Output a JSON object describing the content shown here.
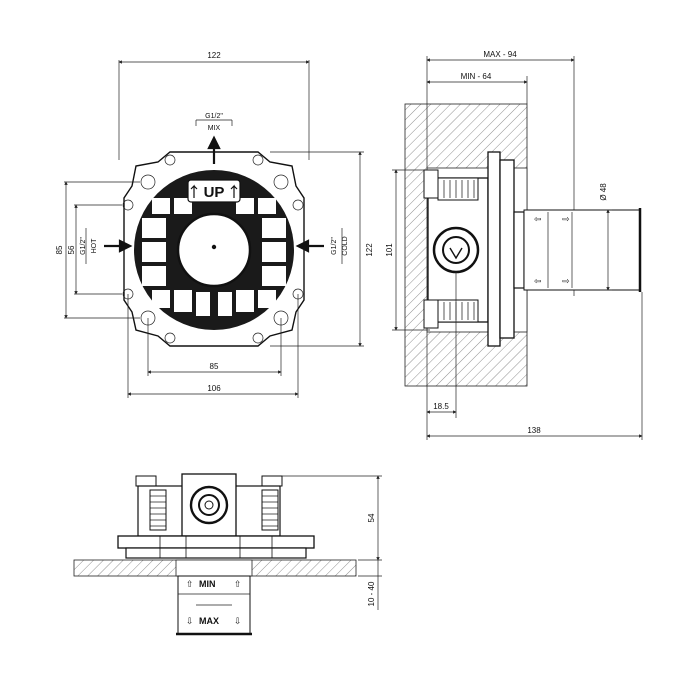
{
  "front_view": {
    "dim_top_width": "122",
    "dim_right_height": "122",
    "dim_left_outer": "85",
    "dim_left_inner": "56",
    "dim_bottom_inner": "85",
    "dim_bottom_outer": "106",
    "mix_label": "G1/2\" MIX",
    "mix_label_line1": "G1/2\"",
    "mix_label_line2": "MIX",
    "hot_label_line1": "G1/2\"",
    "hot_label_line2": "HOT",
    "cold_label_line1": "G1/2\"",
    "cold_label_line2": "COLD",
    "up_label": "UP"
  },
  "side_view": {
    "dim_max": "MAX - 94",
    "dim_min": "MIN - 64",
    "dim_height": "101",
    "dim_diameter": "Ø 48",
    "dim_offset": "18.5",
    "dim_total": "138"
  },
  "bottom_view": {
    "dim_height": "54",
    "dim_depth": "10 - 40",
    "min_label": "MIN",
    "max_label": "MAX"
  }
}
